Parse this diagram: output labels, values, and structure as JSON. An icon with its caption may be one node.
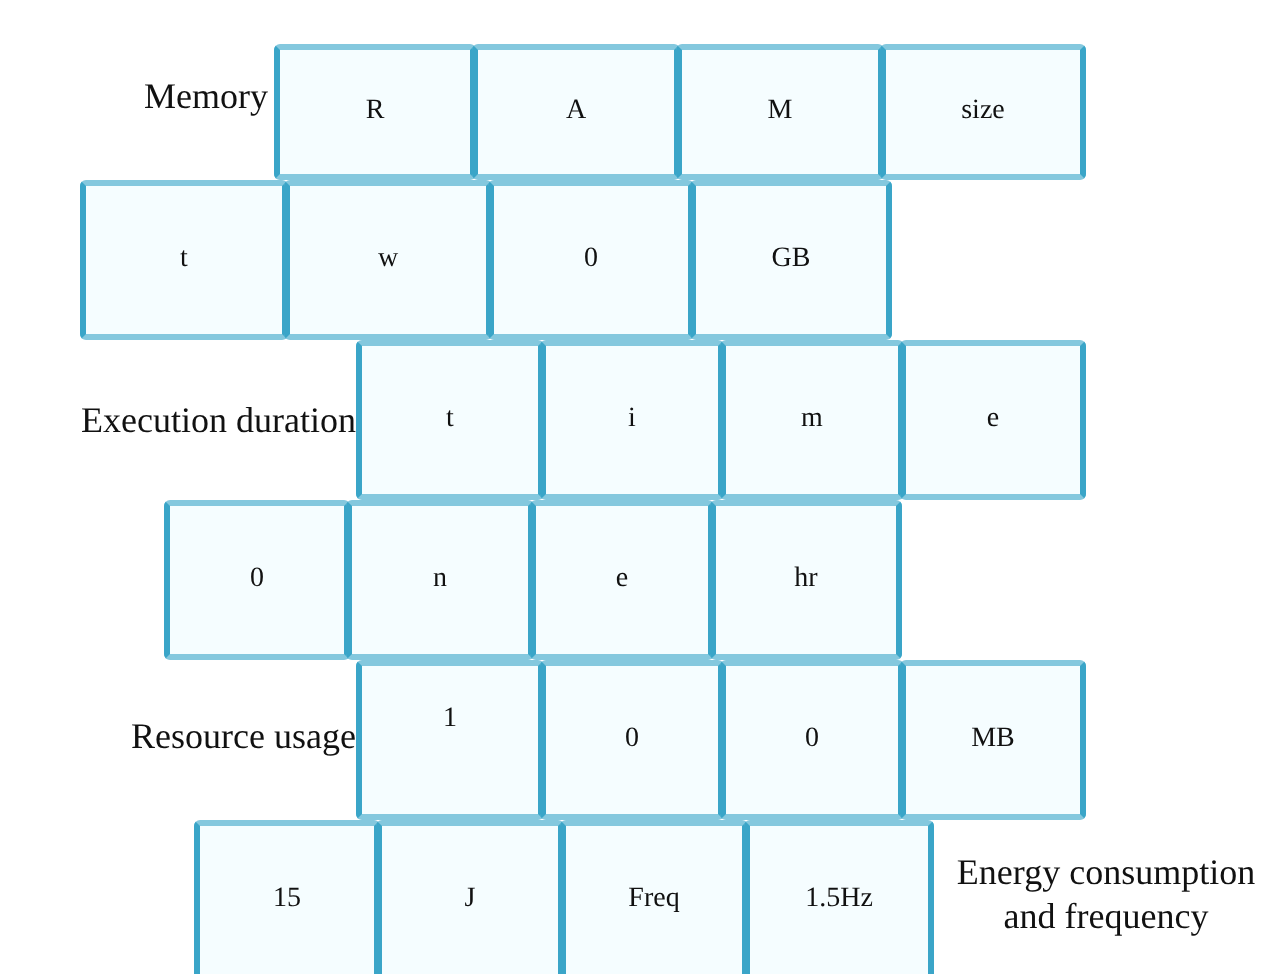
{
  "diagram": {
    "nodes": [
      {
        "text": [
          "R"
        ]
      },
      {
        "text": [
          "A"
        ]
      },
      {
        "text": [
          "M"
        ]
      },
      {
        "text": [
          "size"
        ]
      },
      {
        "text": [
          "t"
        ]
      },
      {
        "text": [
          "w"
        ]
      },
      {
        "text": [
          "0"
        ]
      },
      {
        "text": [
          "GB"
        ]
      },
      {
        "text": [
          "t"
        ]
      },
      {
        "text": [
          "i"
        ]
      },
      {
        "text": [
          "m"
        ]
      },
      {
        "text": [
          "e"
        ]
      },
      {
        "text": [
          "0"
        ]
      },
      {
        "text": [
          "n"
        ]
      },
      {
        "text": [
          "e"
        ]
      },
      {
        "text": [
          "hr"
        ]
      },
      {
        "text": [
          "1"
        ]
      },
      {
        "text": [
          "0"
        ]
      },
      {
        "text": [
          "0"
        ]
      },
      {
        "text": [
          "MB"
        ]
      },
      {
        "text": [
          "15"
        ]
      },
      {
        "text": [
          "J"
        ]
      },
      {
        "text": [
          "Freq"
        ]
      },
      {
        "text": [
          "1.5Hz"
        ]
      }
    ],
    "labels": [
      "Memory",
      "Execution duration",
      "Resource usage",
      "Energy consumption and frequency"
    ]
  }
}
